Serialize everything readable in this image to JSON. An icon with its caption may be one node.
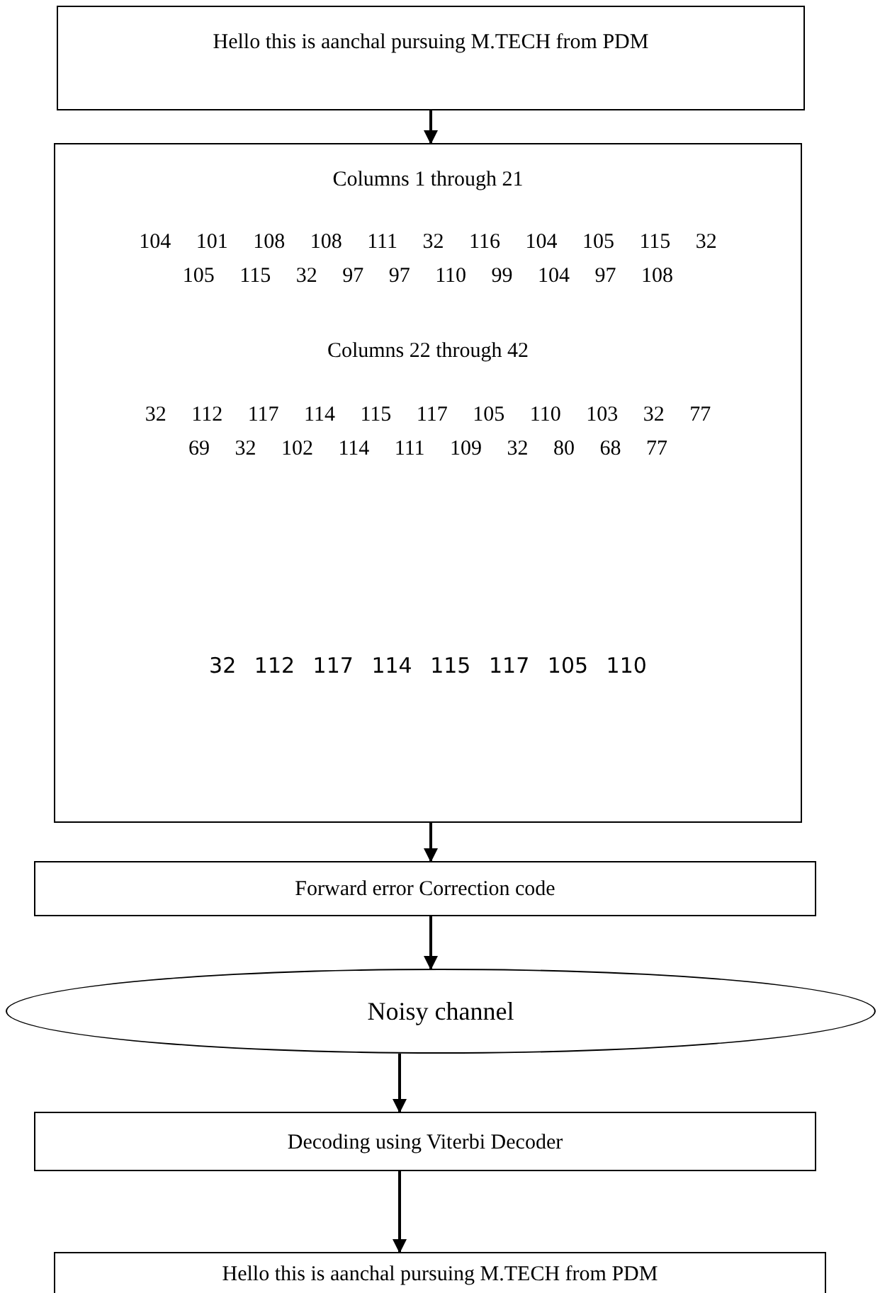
{
  "diagram": {
    "nodes": [
      {
        "text": [
          "Hello this is aanchal pursuing M.TECH from PDM"
        ]
      },
      {
        "text": [
          "Columns 1 through 21",
          "104 101 108 108 111 32 116 104 105 115 32 105 115 32 97 97 110 99 104 97 108",
          "Columns 22 through 42",
          "32 112 117 114 115 117 105 110 103 32 77 69 32 102 114 111 109 32 80 68 77",
          "32 112 117 114 115 117 105 110"
        ]
      },
      {
        "text": [
          "Forward error Correction code"
        ]
      },
      {
        "text": [
          "Noisy channel"
        ]
      },
      {
        "text": [
          "Decoding using Viterbi Decoder"
        ]
      },
      {
        "text": [
          "Hello this is aanchal pursuing M.TECH from PDM"
        ]
      }
    ],
    "edges": [
      {
        "from": 0,
        "to": 1,
        "arrow": "to"
      },
      {
        "from": 1,
        "to": 2,
        "arrow": "to"
      },
      {
        "from": 2,
        "to": 3,
        "arrow": "to"
      },
      {
        "from": 3,
        "to": 4,
        "arrow": "to"
      },
      {
        "from": 4,
        "to": 5,
        "arrow": "to"
      }
    ]
  }
}
